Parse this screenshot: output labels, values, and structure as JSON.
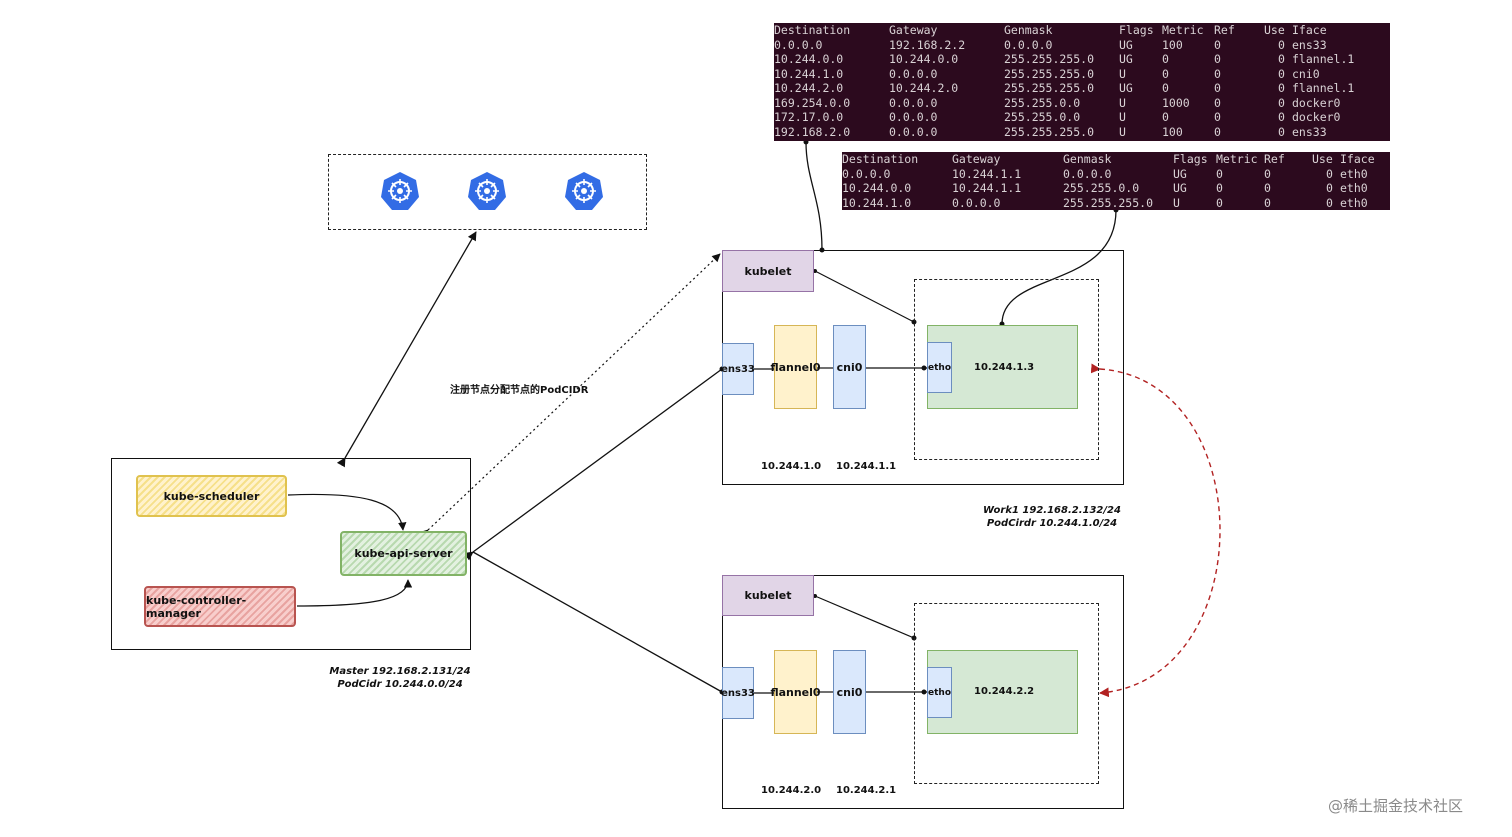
{
  "route_table_master": {
    "header": [
      "Destination",
      "Gateway",
      "Genmask",
      "Flags",
      "Metric",
      "Ref",
      "Use",
      "Iface"
    ],
    "rows": [
      [
        "0.0.0.0",
        "192.168.2.2",
        "0.0.0.0",
        "UG",
        "100",
        "0",
        "0",
        "ens33"
      ],
      [
        "10.244.0.0",
        "10.244.0.0",
        "255.255.255.0",
        "UG",
        "0",
        "0",
        "0",
        "flannel.1"
      ],
      [
        "10.244.1.0",
        "0.0.0.0",
        "255.255.255.0",
        "U",
        "0",
        "0",
        "0",
        "cni0"
      ],
      [
        "10.244.2.0",
        "10.244.2.0",
        "255.255.255.0",
        "UG",
        "0",
        "0",
        "0",
        "flannel.1"
      ],
      [
        "169.254.0.0",
        "0.0.0.0",
        "255.255.0.0",
        "U",
        "1000",
        "0",
        "0",
        "docker0"
      ],
      [
        "172.17.0.0",
        "0.0.0.0",
        "255.255.0.0",
        "U",
        "0",
        "0",
        "0",
        "docker0"
      ],
      [
        "192.168.2.0",
        "0.0.0.0",
        "255.255.255.0",
        "U",
        "100",
        "0",
        "0",
        "ens33"
      ]
    ]
  },
  "route_table_pod": {
    "header": [
      "Destination",
      "Gateway",
      "Genmask",
      "Flags",
      "Metric",
      "Ref",
      "Use",
      "Iface"
    ],
    "rows": [
      [
        "0.0.0.0",
        "10.244.1.1",
        "0.0.0.0",
        "UG",
        "0",
        "0",
        "0",
        "eth0"
      ],
      [
        "10.244.0.0",
        "10.244.1.1",
        "255.255.0.0",
        "UG",
        "0",
        "0",
        "0",
        "eth0"
      ],
      [
        "10.244.1.0",
        "0.0.0.0",
        "255.255.255.0",
        "U",
        "0",
        "0",
        "0",
        "eth0"
      ]
    ]
  },
  "master": {
    "scheduler": "kube-scheduler",
    "api_server": "kube-api-server",
    "controller_manager": "kube-controller-manager",
    "caption_line1": "Master 192.168.2.131/24",
    "caption_line2": "PodCidr 10.244.0.0/24"
  },
  "register_label": "注册节点分配节点的PodCIDR",
  "worker1": {
    "kubelet": "kubelet",
    "ens33": "ens33",
    "flannel": "flannel0",
    "cni": "cni0",
    "eth": "etho",
    "pod_ip": "10.244.1.3",
    "flannel_ip": "10.244.1.0",
    "cni_ip": "10.244.1.1",
    "caption_line1": "Work1 192.168.2.132/24",
    "caption_line2": "PodCirdr 10.244.1.0/24"
  },
  "worker2": {
    "kubelet": "kubelet",
    "ens33": "ens33",
    "flannel": "flannel0",
    "cni": "cni0",
    "eth": "etho",
    "pod_ip": "10.244.2.2",
    "flannel_ip": "10.244.2.0",
    "cni_ip": "10.244.2.1"
  },
  "watermark": "@稀土掘金技术社区",
  "colors": {
    "k8s_blue": "#326ce5",
    "terminal_bg": "#2c0a1e",
    "red_arrow": "#b22222"
  }
}
